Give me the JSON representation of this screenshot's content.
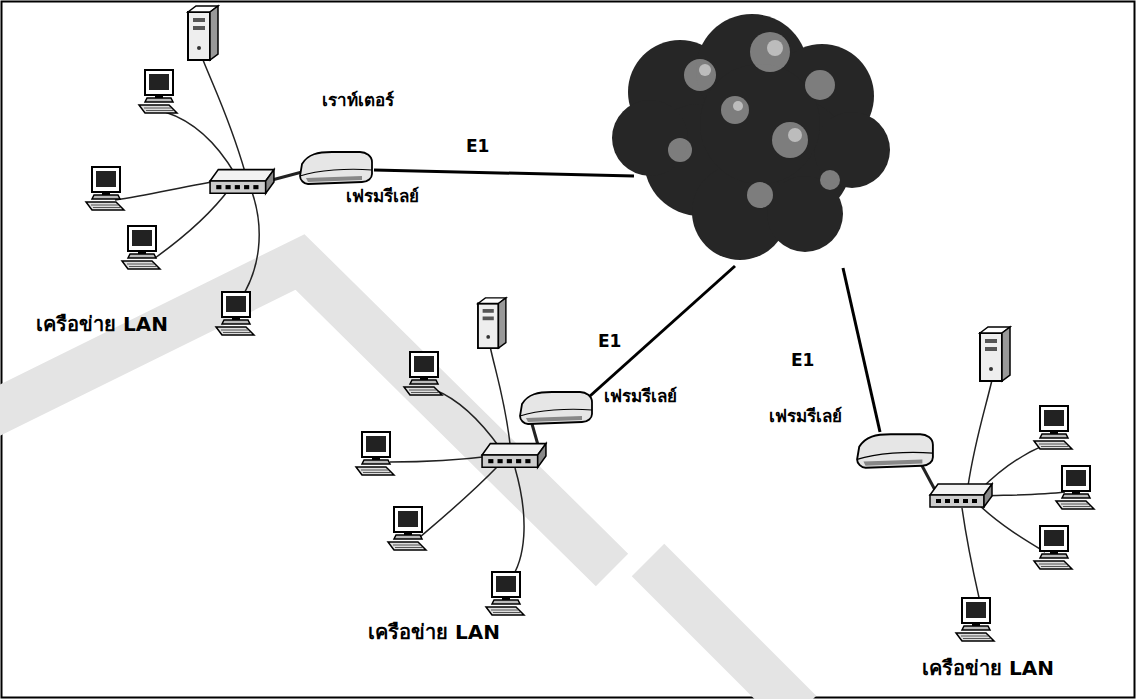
{
  "diagram": {
    "nodes": [
      {
        "text": [
          "เราท์เตอร์",
          "เฟรมรีเลย์"
        ]
      },
      {
        "text": [
          "เฟรมรีเลย์"
        ]
      },
      {
        "text": [
          "เฟรมรีเลย์"
        ]
      }
    ],
    "labels": [
      "E1",
      "เครือข่าย LAN",
      "E1",
      "E1",
      "เครือข่าย LAN",
      "เครือข่าย LAN"
    ]
  }
}
